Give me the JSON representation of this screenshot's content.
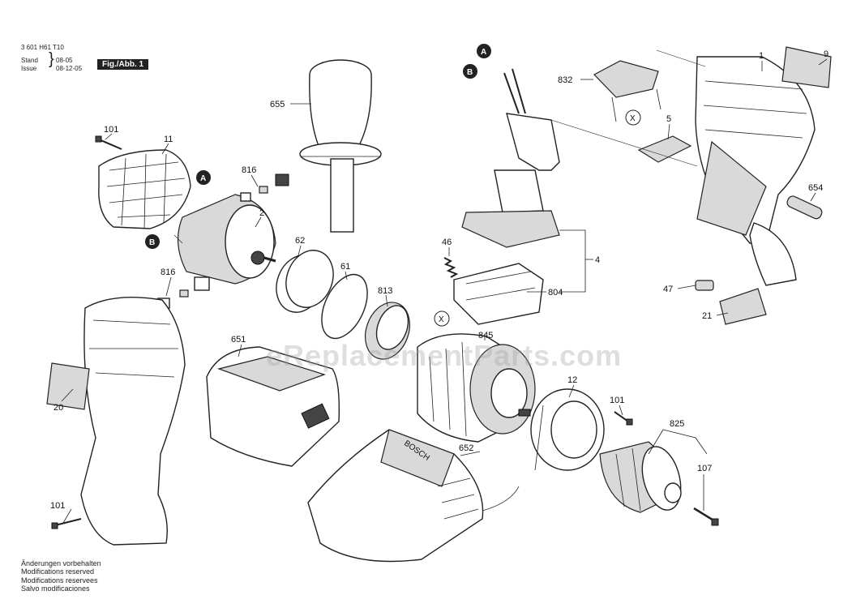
{
  "header": {
    "doc_number": "3 601 H61 T10",
    "stand_label": "Stand",
    "stand_date": "08-05",
    "issue_label": "Issue",
    "issue_date": "08-12-05",
    "figure_label": "Fig./Abb. 1"
  },
  "watermark": "eReplacementParts.com",
  "markers": {
    "a": "A",
    "b": "B",
    "x": "X"
  },
  "part_labels": {
    "p101a": "101",
    "p11": "11",
    "p816a": "816",
    "p2": "2",
    "p655": "655",
    "p62": "62",
    "p61": "61",
    "p813": "813",
    "p816b": "816",
    "p651": "651",
    "p20": "20",
    "p101b": "101",
    "p46": "46",
    "p4": "4",
    "p804": "804",
    "p845": "845",
    "p652": "652",
    "p12": "12",
    "p101c": "101",
    "p825": "825",
    "p107": "107",
    "p832": "832",
    "p5": "5",
    "p1": "1",
    "p9": "9",
    "p654": "654",
    "p47": "47",
    "p21": "21"
  },
  "charger_brand": "BOSCH",
  "footer": [
    "Änderungen vorbehalten",
    "Modifications reserved",
    "Modifications reservees",
    "Salvo modificaciones"
  ]
}
